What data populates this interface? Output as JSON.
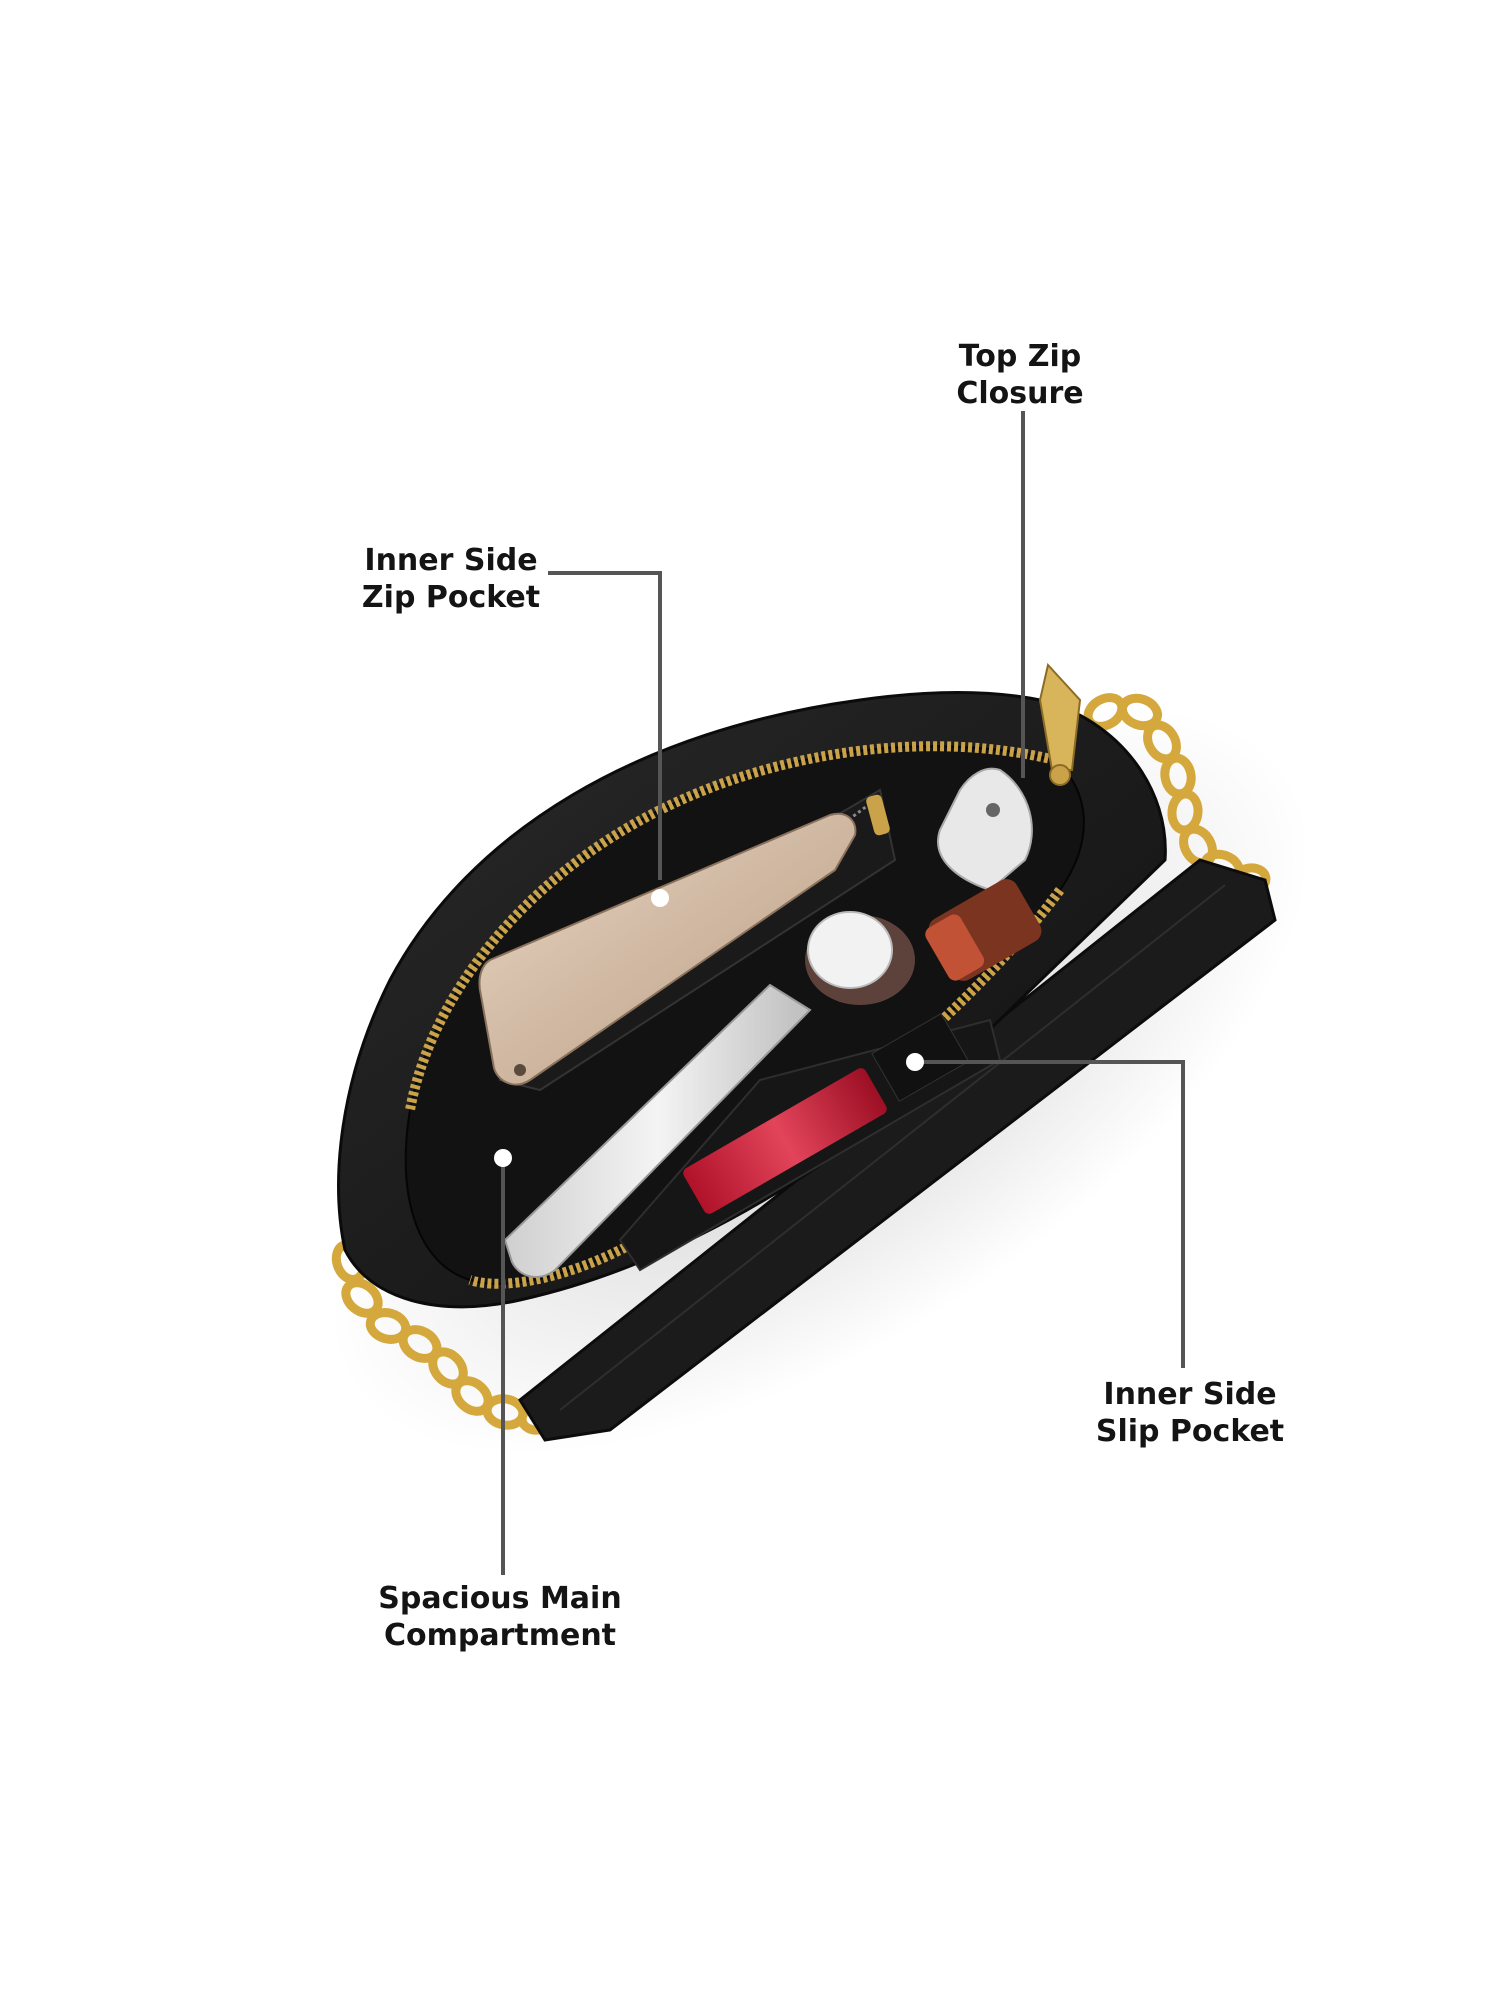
{
  "labels": {
    "top_zip": {
      "line1": "Top Zip",
      "line2": "Closure"
    },
    "inner_zip_pocket": {
      "line1": "Inner Side",
      "line2": "Zip Pocket"
    },
    "inner_slip_pocket": {
      "line1": "Inner Side",
      "line2": "Slip Pocket"
    },
    "main_compartment": {
      "line1": "Spacious Main",
      "line2": "Compartment"
    }
  },
  "colors": {
    "background": "#ffffff",
    "bag": "#1e1e1e",
    "lining": "#141414",
    "zipper": "#c9a24a",
    "chain": "#d4a83c",
    "leader_line": "#555555",
    "marker_dot": "#ffffff",
    "label_text": "#141414"
  }
}
